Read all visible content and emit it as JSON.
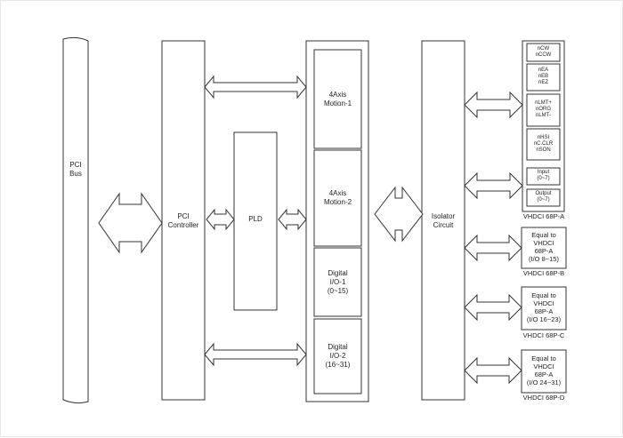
{
  "pci_bus": "PCI Bus",
  "pci_controller": "PCI\nController",
  "pld": "PLD",
  "motion1": "4Axis\nMotion-1",
  "motion2": "4Axis\nMotion-2",
  "dio1": "Digital\nI/O-1\n(0~15)",
  "dio2": "Digital\nI/O-2\n(16~31)",
  "isolator": "Isolator\nCircuit",
  "connector_a": {
    "signals": [
      "nCW\nnCCW",
      "nEA\nnEB\nnEZ",
      "nLMT+\nnORG\nnLMT-",
      "nHSI\nnC.CLR\nnSON",
      "Input\n(0~7)",
      "Output\n(0~7)"
    ],
    "caption": "VHDCI 68P-A"
  },
  "connector_b": {
    "text": "Equal to\nVHDCI\n68P-A\n(I/O 8~15)",
    "caption": "VHDCI 68P-B"
  },
  "connector_c": {
    "text": "Equal to\nVHDCI\n68P-A\n(I/O 16~23)",
    "caption": "VHDCI 68P-C"
  },
  "connector_d": {
    "text": "Equal to\nVHDCI\n68P-A\n(I/O 24~31)",
    "caption": "VHDCI 68P-D"
  }
}
